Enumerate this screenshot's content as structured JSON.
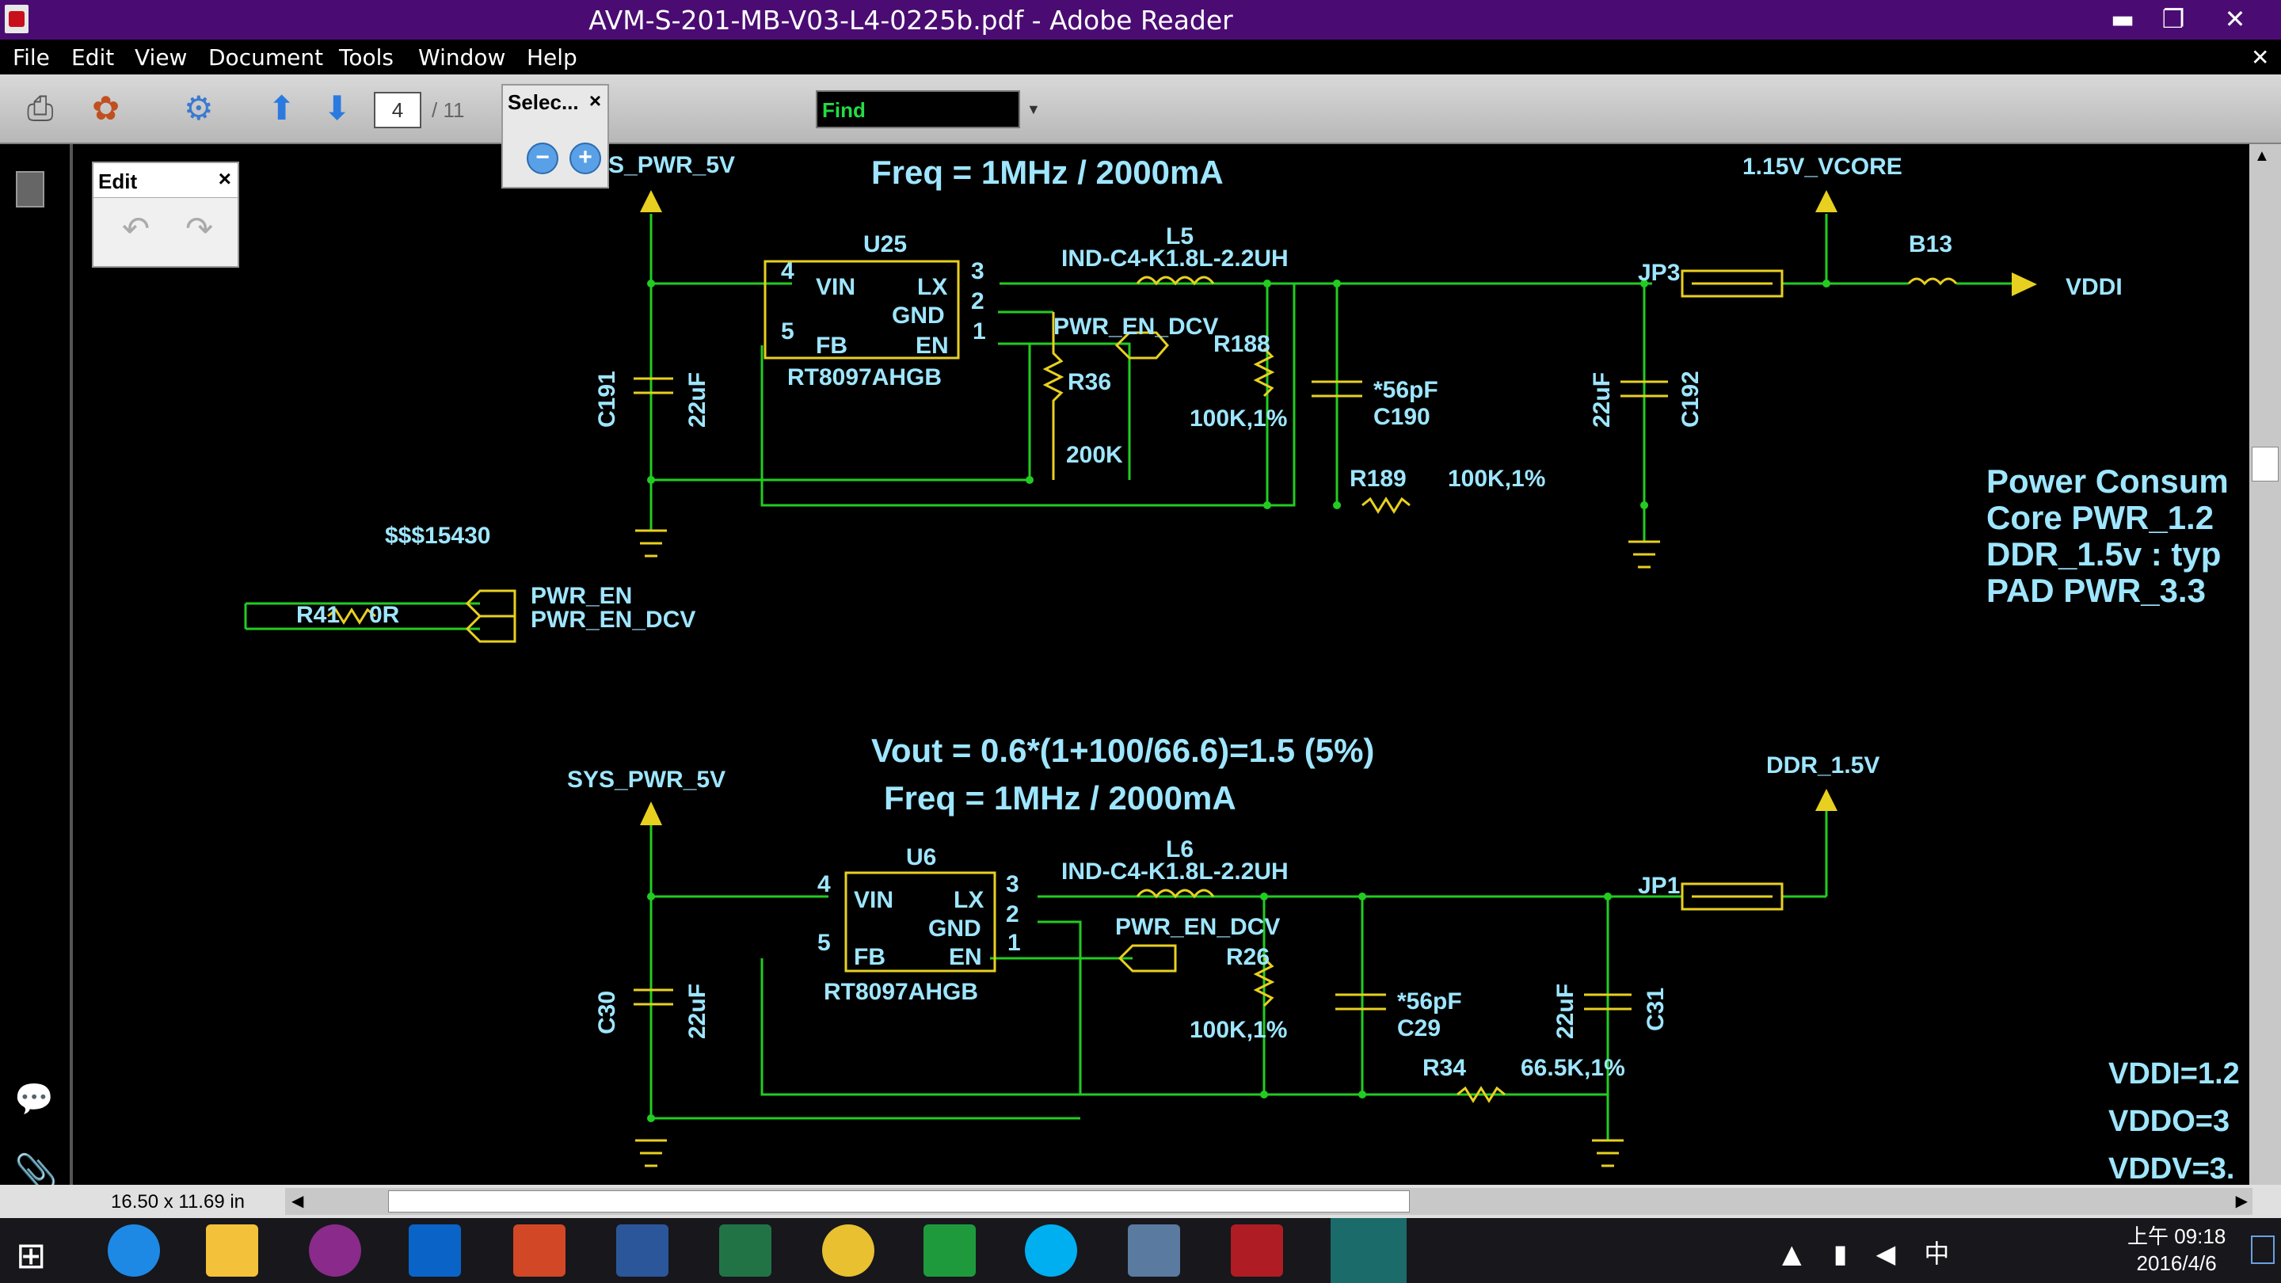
{
  "window": {
    "title": "AVM-S-201-MB-V03-L4-0225b.pdf - Adobe Reader",
    "minimize": "▬",
    "restore": "❐",
    "close": "✕"
  },
  "menu": [
    "File",
    "Edit",
    "View",
    "Document",
    "Tools",
    "Window",
    "Help"
  ],
  "menu_close": "✕",
  "toolbar": {
    "page": "4",
    "total": "/ 11",
    "find": "Find"
  },
  "select_panel": {
    "title": "Selec...",
    "close": "×"
  },
  "edit_panel": {
    "title": "Edit",
    "close": "×"
  },
  "status": {
    "dimensions": "16.50 x 11.69 in"
  },
  "clock": {
    "time": "上午 09:18",
    "date": "2016/4/6"
  },
  "tray": "中",
  "schematic": {
    "top": {
      "freq": "Freq = 1MHz / 2000mA",
      "sys_pwr_partial": "S_PWR_5V",
      "vcore": "1.15V_VCORE",
      "u": "U25",
      "part": "RT8097AHGB",
      "vin": "VIN",
      "lx": "LX",
      "gnd": "GND",
      "fb": "FB",
      "en": "EN",
      "p4": "4",
      "p3": "3",
      "p2": "2",
      "p1": "1",
      "p5": "5",
      "l": "L5",
      "ind": "IND-C4-K1.8L-2.2UH",
      "pwr_en_dcv": "PWR_EN_DCV",
      "r188": "R188",
      "r36": "R36",
      "r36v": "200K",
      "r188v": "100K,1%",
      "c190v": "*56pF",
      "c190": "C190",
      "r189": "R189",
      "r189v": "100K,1%",
      "c191": "C191",
      "c191v": "22uF",
      "c192v": "22uF",
      "c192": "C192",
      "jp": "JP3",
      "b": "B13",
      "vddi": "VDDI"
    },
    "misc": {
      "net": "$$$15430",
      "r41": "R41",
      "r41v": "0R",
      "pwr_en": "PWR_EN",
      "pwr_en_dcv": "PWR_EN_DCV"
    },
    "bottom": {
      "vout": "Vout = 0.6*(1+100/66.6)=1.5 (5%)",
      "freq": "Freq = 1MHz / 2000mA",
      "sys_pwr": "SYS_PWR_5V",
      "ddr": "DDR_1.5V",
      "u": "U6",
      "part": "RT8097AHGB",
      "vin": "VIN",
      "lx": "LX",
      "gnd": "GND",
      "fb": "FB",
      "en": "EN",
      "p4": "4",
      "p3": "3",
      "p2": "2",
      "p1": "1",
      "p5": "5",
      "l": "L6",
      "ind": "IND-C4-K1.8L-2.2UH",
      "pwr_en_dcv": "PWR_EN_DCV",
      "r26": "R26",
      "r26v": "100K,1%",
      "c29v": "*56pF",
      "c29": "C29",
      "r34": "R34",
      "r34v": "66.5K,1%",
      "c30": "C30",
      "c30v": "22uF",
      "c31v": "22uF",
      "c31": "C31",
      "jp": "JP1"
    },
    "right": {
      "l1": "Power Consum",
      "l2": "Core PWR_1.2",
      "l3": "DDR_1.5v : typ",
      "l4": "PAD PWR_3.3",
      "v1": "VDDI=1.2",
      "v2": "VDDO=3",
      "v3": "VDDV=3."
    }
  },
  "colors": {
    "titlebar": "#4a0c72",
    "wire": "#22cc22",
    "component": "#e8d020",
    "label": "#9ee6ff"
  }
}
